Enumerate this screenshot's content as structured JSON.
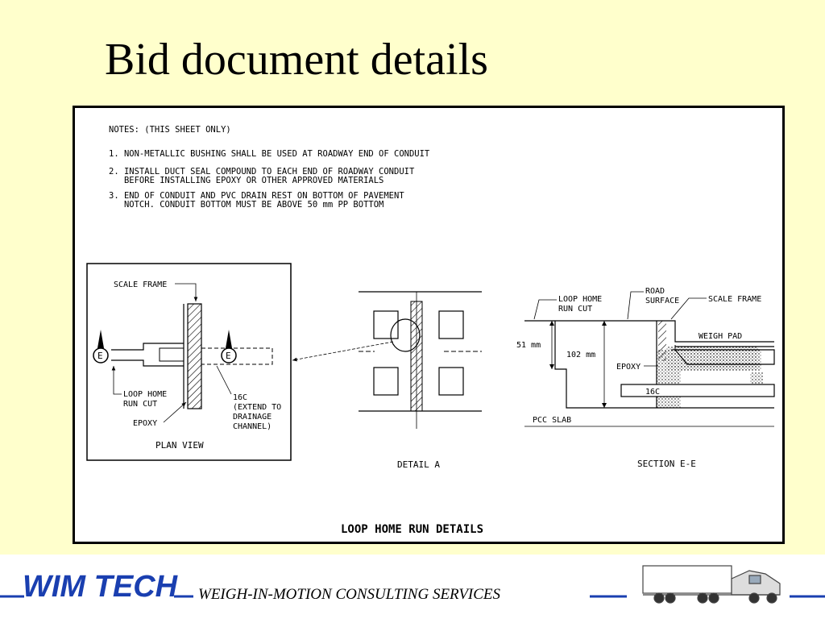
{
  "slide": {
    "title": "Bid document details"
  },
  "notes": {
    "header": "NOTES: (THIS SHEET ONLY)",
    "items": [
      "1. NON-METALLIC BUSHING SHALL BE USED AT ROADWAY END OF CONDUIT",
      "2. INSTALL DUCT SEAL COMPOUND TO EACH END OF ROADWAY CONDUIT",
      "   BEFORE INSTALLING EPOXY OR OTHER APPROVED MATERIALS",
      "3. END OF CONDUIT AND PVC DRAIN REST ON BOTTOM OF PAVEMENT",
      "   NOTCH. CONDUIT BOTTOM MUST BE ABOVE 50 mm PP BOTTOM"
    ]
  },
  "plan_view": {
    "caption": "PLAN VIEW",
    "scale_frame": "SCALE FRAME",
    "loop_home_1": "LOOP HOME",
    "loop_home_2": "RUN CUT",
    "epoxy": "EPOXY",
    "conduit_1": "16C",
    "conduit_2": "(EXTEND TO",
    "conduit_3": "DRAINAGE",
    "conduit_4": "CHANNEL)",
    "section_mark": "E"
  },
  "detail_a": {
    "caption": "DETAIL A"
  },
  "section_ee": {
    "caption": "SECTION E-E",
    "loop_home_1": "LOOP HOME",
    "loop_home_2": "RUN CUT",
    "road_1": "ROAD",
    "road_2": "SURFACE",
    "scale_frame": "SCALE FRAME",
    "weigh_pad": "WEIGH PAD",
    "dim_51": "51 mm",
    "dim_102": "102 mm",
    "epoxy": "EPOXY",
    "conduit": "16C",
    "slab": "PCC SLAB"
  },
  "sheet_title": "LOOP HOME RUN DETAILS",
  "footer": {
    "brand": "WIM TECH",
    "tagline": "WEIGH-IN-MOTION CONSULTING SERVICES",
    "brand_color": "#1a3fb0"
  }
}
